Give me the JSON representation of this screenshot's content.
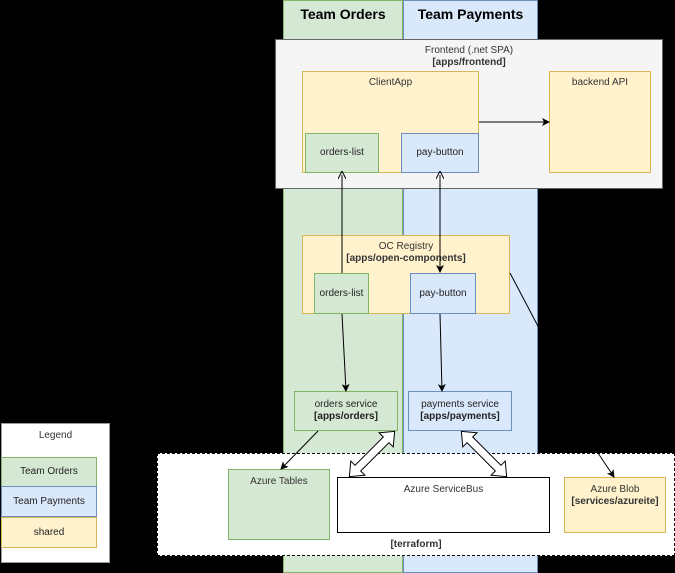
{
  "lanes": {
    "orders_title": "Team Orders",
    "payments_title": "Team Payments"
  },
  "frontend": {
    "title": "Frontend",
    "subtitle": " (.net SPA)",
    "path": "[apps/frontend]",
    "clientapp": "ClientApp",
    "orders_list": "orders-list",
    "pay_button": "pay-button",
    "backend_api": "backend API"
  },
  "registry": {
    "title": "OC Registry",
    "path": "[apps/open-components]",
    "orders_list": "orders-list",
    "pay_button": "pay-button"
  },
  "services": {
    "orders_title": "orders service",
    "orders_path": "[apps/orders]",
    "payments_title": "payments service",
    "payments_path": "[apps/payments]"
  },
  "infra": {
    "azure_tables": "Azure Tables",
    "servicebus": "Azure ServiceBus",
    "blob_title": "Azure Blob",
    "blob_path": "[services/azureite]",
    "terraform": "[terraform]"
  },
  "legend": {
    "title": "Legend",
    "orders": "Team Orders",
    "payments": "Team Payments",
    "shared": "shared"
  },
  "colors": {
    "orders_fill": "#d5e8d4",
    "orders_stroke": "#82b366",
    "payments_fill": "#dae8fc",
    "payments_stroke": "#6c8ebf",
    "shared_fill": "#fff2cc",
    "shared_stroke": "#d6b656"
  }
}
